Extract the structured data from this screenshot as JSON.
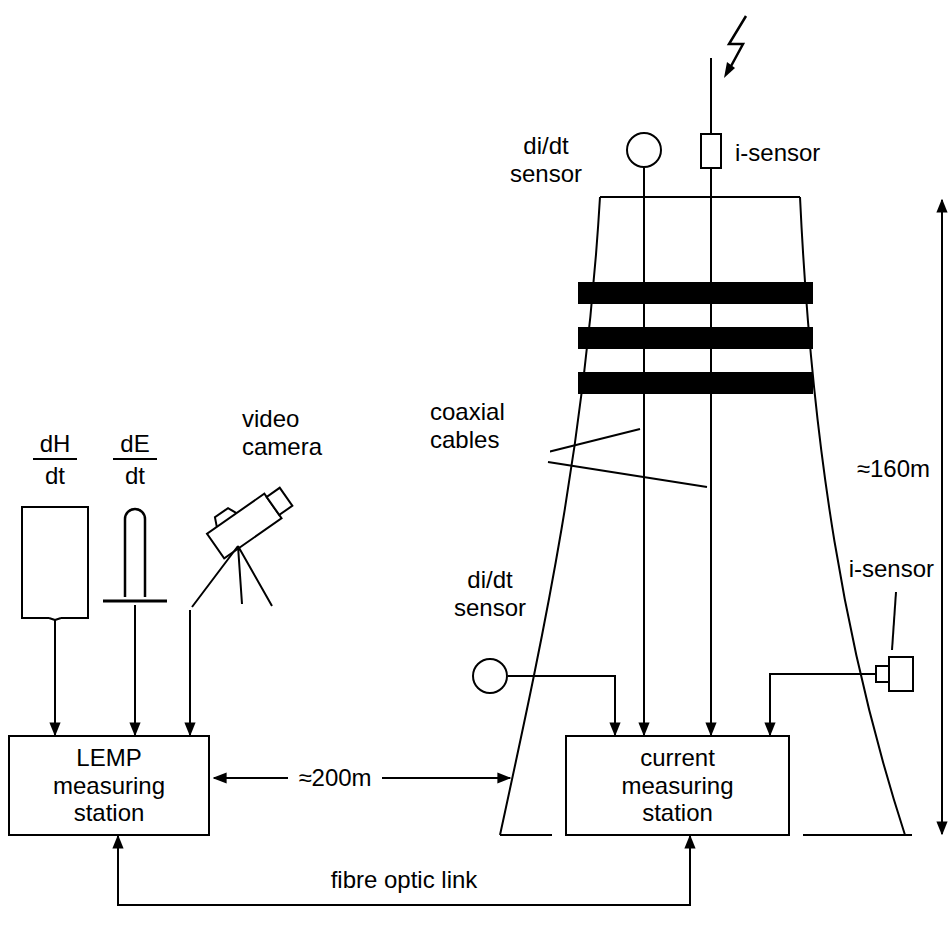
{
  "diagram": {
    "nodes": [
      {
        "text": [
          "di/dt sensor"
        ]
      },
      {
        "text": [
          "i-sensor"
        ]
      },
      {
        "text": [
          "dH",
          "dt"
        ]
      },
      {
        "text": [
          "dE",
          "dt"
        ]
      },
      {
        "text": [
          "video camera"
        ]
      },
      {
        "text": [
          "di/dt sensor"
        ]
      },
      {
        "text": [
          "i-sensor"
        ]
      },
      {
        "text": [
          "LEMP measuring station"
        ]
      },
      {
        "text": [
          "current measuring station"
        ]
      }
    ],
    "edges": [
      {
        "from": 2,
        "to": 7,
        "arrow": "to"
      },
      {
        "from": 3,
        "to": 7,
        "arrow": "to"
      },
      {
        "from": 4,
        "to": 7,
        "arrow": "to"
      },
      {
        "from": 0,
        "to": 8,
        "arrow": "to"
      },
      {
        "from": 1,
        "to": 8,
        "arrow": "to"
      },
      {
        "from": 5,
        "to": 8,
        "arrow": "to"
      },
      {
        "from": 6,
        "to": 8,
        "arrow": "to"
      },
      {
        "from": 7,
        "to": 8,
        "arrow": "both",
        "label": "fibre optic link"
      }
    ],
    "labels": [
      "coaxial cables",
      "≈200m",
      "≈160m"
    ]
  }
}
